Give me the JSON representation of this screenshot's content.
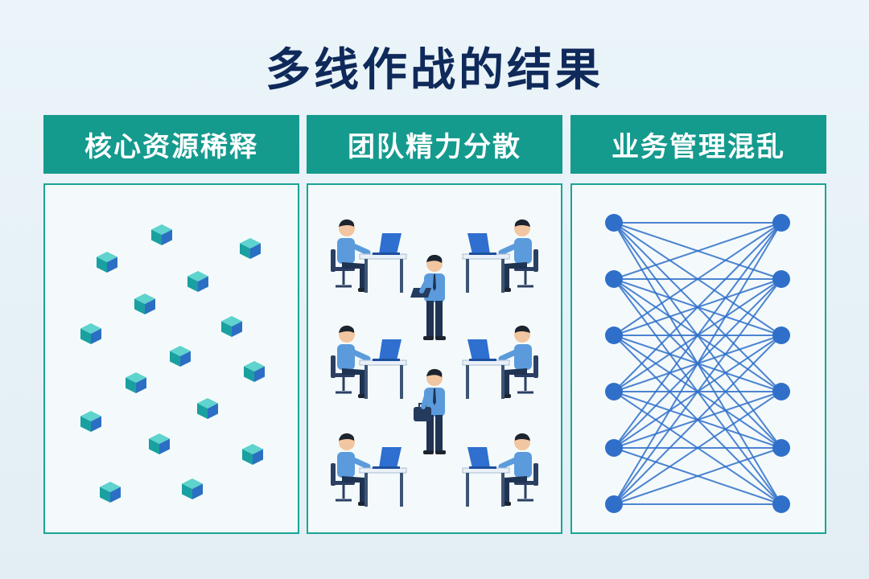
{
  "title": "多线作战的结果",
  "columns": [
    {
      "header": "核心资源稀释",
      "illustration": "scattered-cubes-icon"
    },
    {
      "header": "团队精力分散",
      "illustration": "scattered-workers-icon"
    },
    {
      "header": "业务管理混乱",
      "illustration": "tangled-network-icon"
    }
  ],
  "colors": {
    "title": "#0f2a5a",
    "header_bg": "#159a8e",
    "panel_border": "#1aa497",
    "node": "#2f6fc9",
    "cube": "#1aa0a0"
  }
}
